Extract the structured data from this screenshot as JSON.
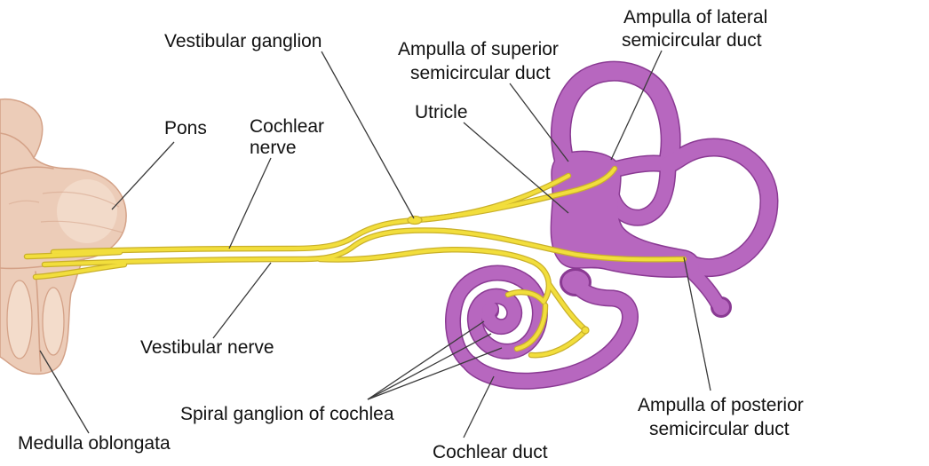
{
  "labels": {
    "vestibular_ganglion": "Vestibular ganglion",
    "ampulla_superior": {
      "line1": "Ampulla of superior",
      "line2": "semicircular duct"
    },
    "ampulla_lateral": {
      "line1": "Ampulla of lateral",
      "line2": "semicircular duct"
    },
    "utricle": "Utricle",
    "pons": "Pons",
    "cochlear_nerve": {
      "line1": "Cochlear",
      "line2": "nerve"
    },
    "vestibular_nerve": "Vestibular nerve",
    "spiral_ganglion": "Spiral ganglion of cochlea",
    "medulla": "Medulla oblongata",
    "cochlear_duct": "Cochlear duct",
    "ampulla_posterior": {
      "line1": "Ampulla of posterior",
      "line2": "semicircular duct"
    }
  },
  "colors": {
    "background": "#ffffff",
    "nerve": "#f2de3c",
    "nerve_outline": "#c9b02a",
    "labyrinth": "#b767bf",
    "labyrinth_outline": "#8a3a93",
    "brainstem": "#ecccb8",
    "brainstem_shade": "#d4a288",
    "leader_line": "#3a3a3a",
    "text": "#111111"
  }
}
